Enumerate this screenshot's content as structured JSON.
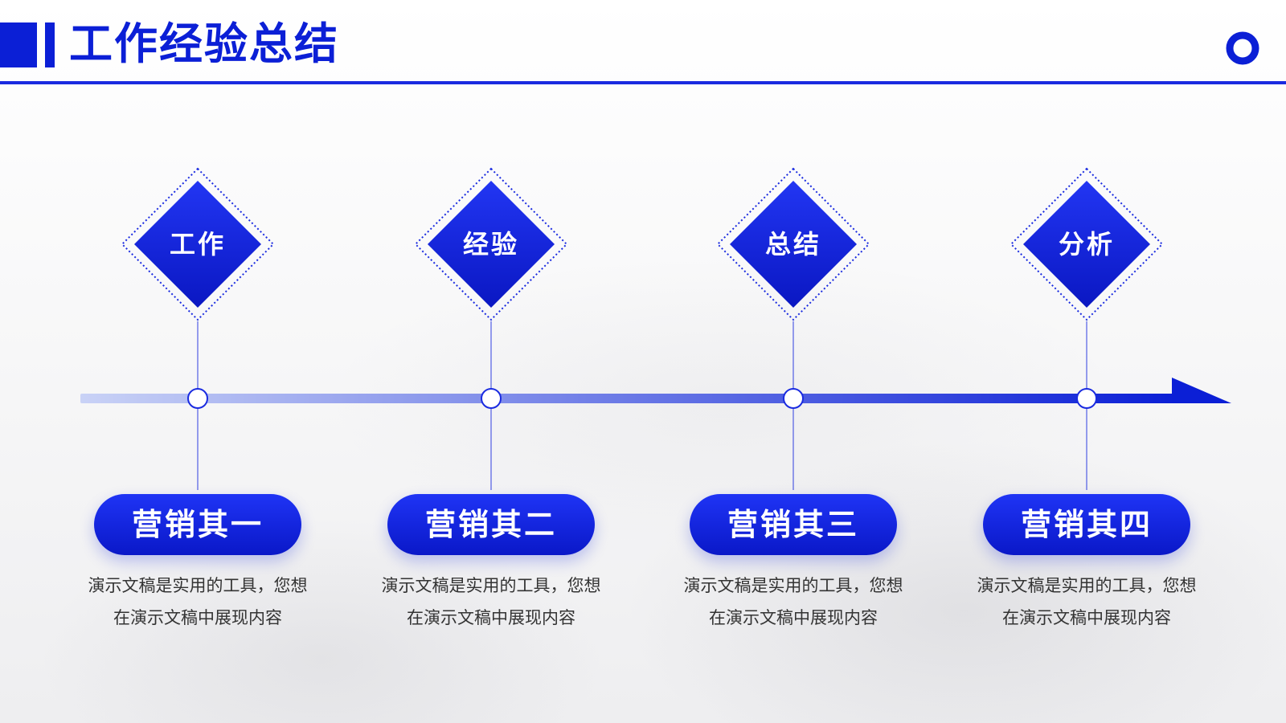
{
  "header": {
    "title": "工作经验总结"
  },
  "colors": {
    "primary": "#0b1fd6",
    "primary_light": "#1f34f5",
    "timeline_start": "#c9d2f6",
    "timeline_end": "#0b1fd6",
    "text": "#333333"
  },
  "icons": {
    "top_right": "ring-icon"
  },
  "steps": [
    {
      "diamond_label": "工作",
      "pill_label": "营销其一",
      "desc_line1": "演示文稿是实用的工具，您想",
      "desc_line2": "在演示文稿中展现内容"
    },
    {
      "diamond_label": "经验",
      "pill_label": "营销其二",
      "desc_line1": "演示文稿是实用的工具，您想",
      "desc_line2": "在演示文稿中展现内容"
    },
    {
      "diamond_label": "总结",
      "pill_label": "营销其三",
      "desc_line1": "演示文稿是实用的工具，您想",
      "desc_line2": "在演示文稿中展现内容"
    },
    {
      "diamond_label": "分析",
      "pill_label": "营销其四",
      "desc_line1": "演示文稿是实用的工具，您想",
      "desc_line2": "在演示文稿中展现内容"
    }
  ]
}
